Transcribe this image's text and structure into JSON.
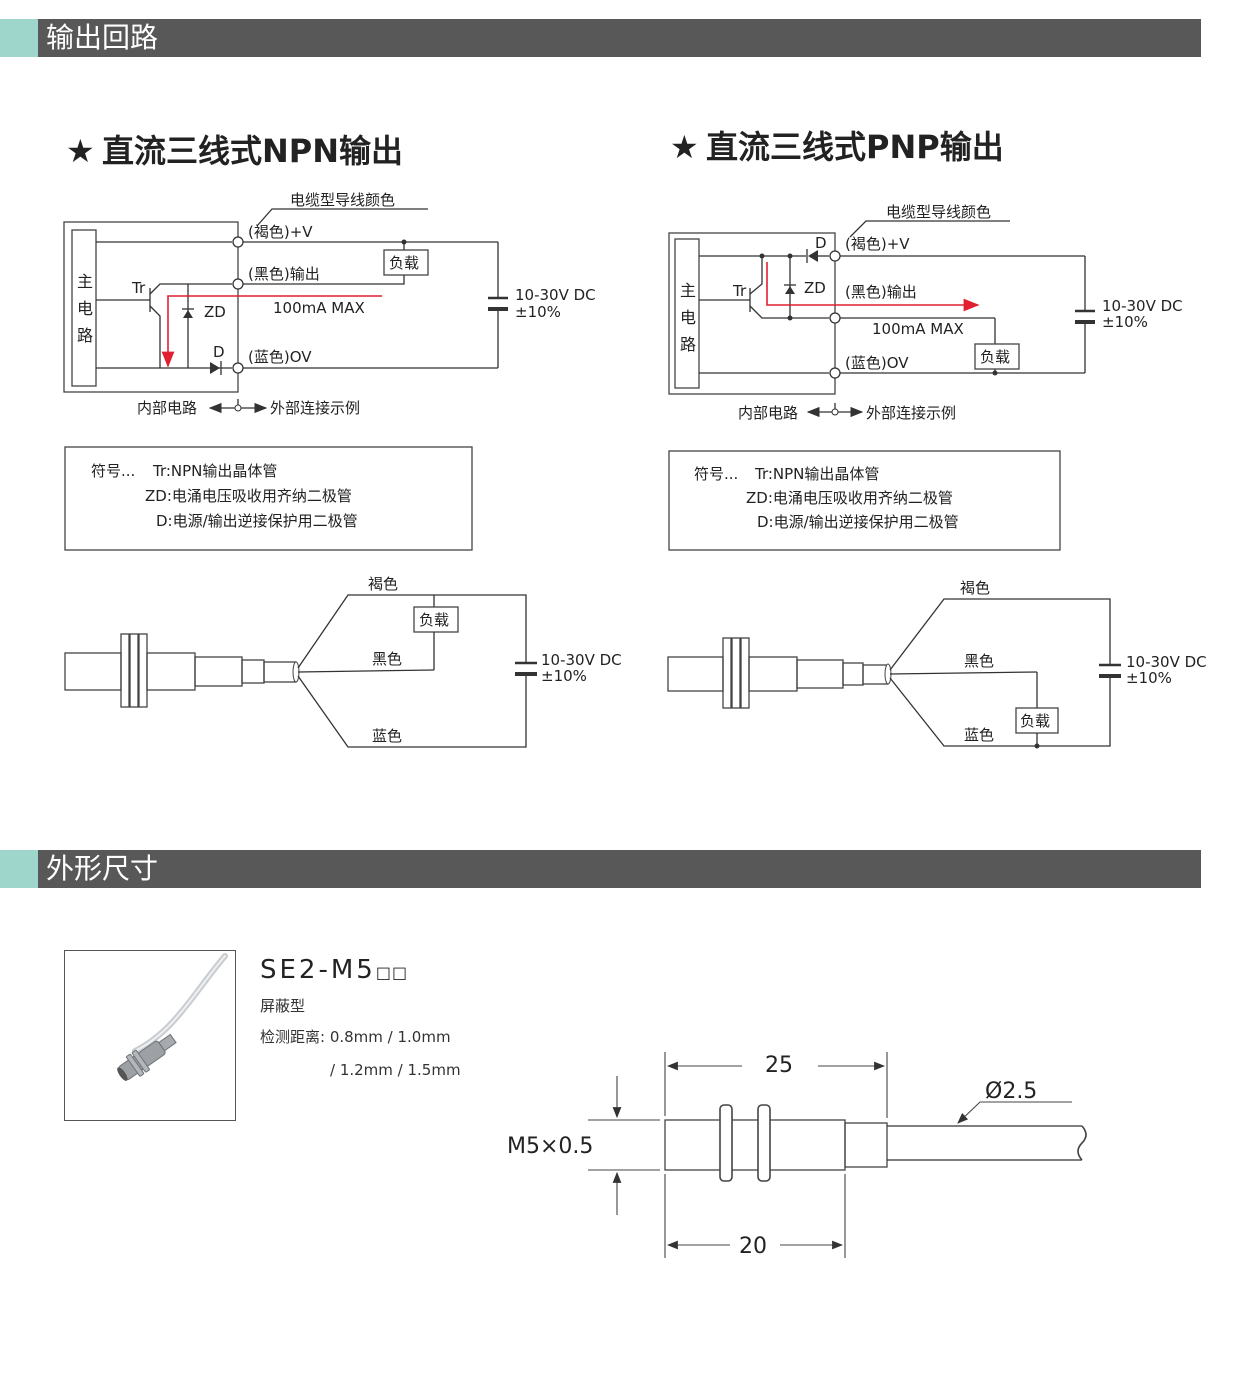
{
  "sections": {
    "output_circuit": "输出回路",
    "dimensions": "外形尺寸"
  },
  "npn": {
    "title": "直流三线式NPN输出",
    "cable_color_label": "电缆型导线颜色",
    "brown": "(褐色)+V",
    "black": "(黑色)输出",
    "blue": "(蓝色)OV",
    "current": "100mA MAX",
    "main_circuit": [
      "主",
      "电",
      "路"
    ],
    "tr": "Tr",
    "zd": "ZD",
    "d": "D",
    "load": "负载",
    "voltage": "10-30V DC",
    "tolerance": "±10%",
    "internal": "内部电路",
    "external": "外部连接示例"
  },
  "pnp": {
    "title": "直流三线式PNP输出",
    "cable_color_label": "电缆型导线颜色",
    "brown": "(褐色)+V",
    "black": "(黑色)输出",
    "blue": "(蓝色)OV",
    "current": "100mA MAX",
    "main_circuit": [
      "主",
      "电",
      "路"
    ],
    "tr": "Tr",
    "zd": "ZD",
    "d": "D",
    "load": "负载",
    "voltage": "10-30V DC",
    "tolerance": "±10%",
    "internal": "内部电路",
    "external": "外部连接示例"
  },
  "symbols": {
    "prefix": "符号...",
    "tr": "Tr:NPN输出晶体管",
    "zd": "ZD:电涌电压吸收用齐纳二极管",
    "d": "D:电源/输出逆接保护用二极管"
  },
  "wiring": {
    "brown": "褐色",
    "black": "黑色",
    "blue": "蓝色",
    "load": "负载",
    "voltage": "10-30V DC",
    "tolerance": "±10%"
  },
  "product": {
    "model": "SE2-M5",
    "model_suffix": "□□",
    "type": "屏蔽型",
    "distance_label": "检测距离: 0.8mm / 1.0mm",
    "distance_cont": "/ 1.2mm / 1.5mm"
  },
  "drawing": {
    "total_length": "25",
    "body_length": "20",
    "cable_dia": "Ø2.5",
    "thread": "M5×0.5"
  },
  "colors": {
    "header_bg": "#585858",
    "header_accent": "#9ed6cc",
    "star": "#e02030",
    "current_arrow": "#e02030"
  }
}
